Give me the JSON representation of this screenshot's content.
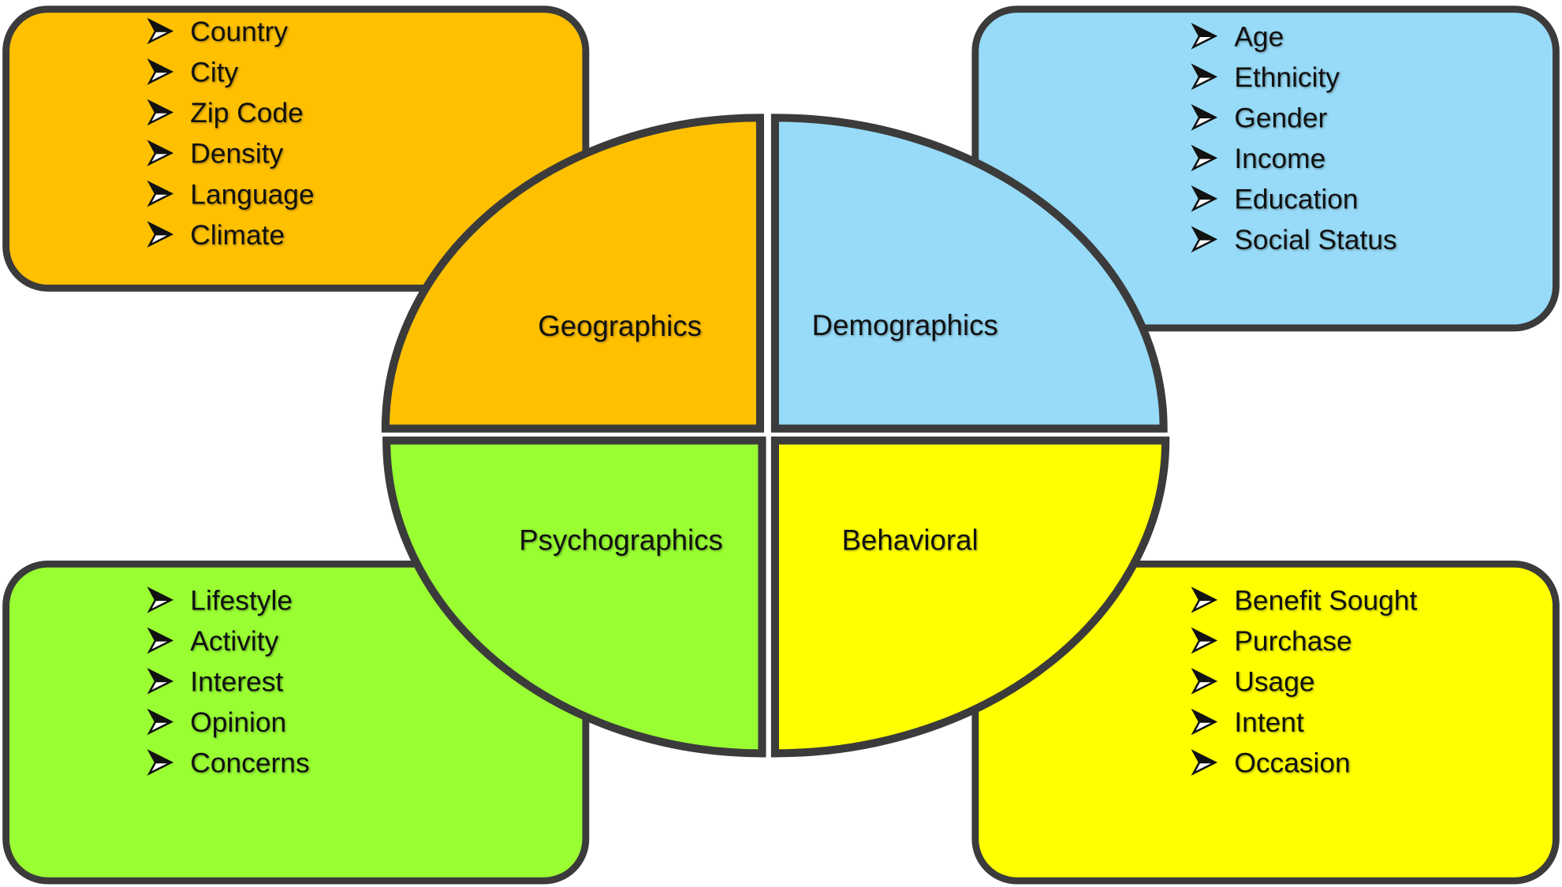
{
  "colors": {
    "geographics": "#FFC000",
    "demographics": "#97DBF8",
    "psychographics": "#99FF33",
    "behavioral": "#FFFF00",
    "outline": "#3b3b3b"
  },
  "bullet_icon": "arrowhead-bullet",
  "segments": {
    "geographics": {
      "label": "Geographics",
      "items": [
        "Country",
        "City",
        "Zip Code",
        "Density",
        "Language",
        "Climate"
      ]
    },
    "demographics": {
      "label": "Demographics",
      "items": [
        "Age",
        "Ethnicity",
        "Gender",
        "Income",
        "Education",
        "Social Status"
      ]
    },
    "psychographics": {
      "label": "Psychographics",
      "items": [
        "Lifestyle",
        "Activity",
        "Interest",
        "Opinion",
        "Concerns"
      ]
    },
    "behavioral": {
      "label": "Behavioral",
      "items": [
        "Benefit Sought",
        "Purchase",
        "Usage",
        "Intent",
        "Occasion"
      ]
    }
  }
}
